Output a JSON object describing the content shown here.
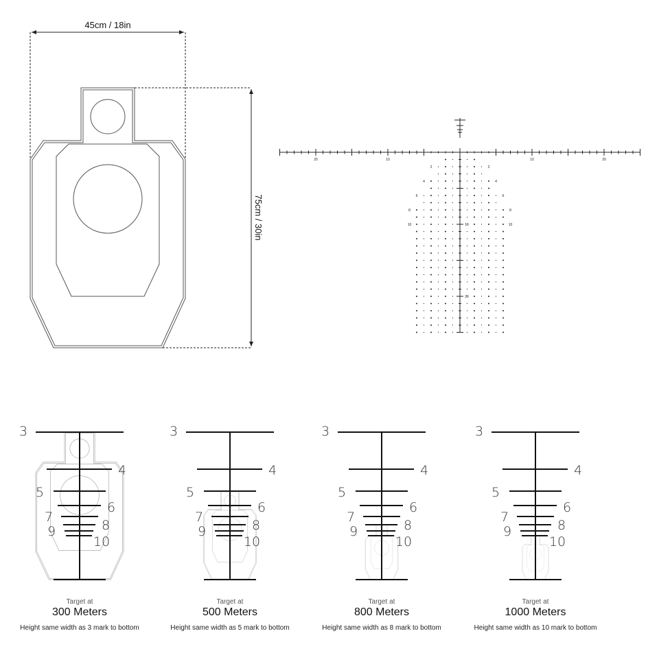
{
  "dimensions": {
    "width_label": "45cm / 18in",
    "height_label": "75cm / 30in"
  },
  "reticle": {
    "horizontal_labels": [
      "20",
      "10",
      "10",
      "20"
    ],
    "side_labels": [
      "2",
      "4",
      "6",
      "8",
      "10"
    ],
    "center_labels": [
      "10",
      "20"
    ]
  },
  "stadia_labels": [
    "3",
    "4",
    "5",
    "6",
    "7",
    "8",
    "9",
    "10"
  ],
  "panels": [
    {
      "distance_m": 300,
      "pre": "Target at",
      "title": "300 Meters",
      "note": "Height same width as 3 mark to bottom"
    },
    {
      "distance_m": 500,
      "pre": "Target at",
      "title": "500 Meters",
      "note": "Height same width as 5 mark to bottom"
    },
    {
      "distance_m": 800,
      "pre": "Target at",
      "title": "800 Meters",
      "note": "Height same width as 8 mark to bottom"
    },
    {
      "distance_m": 1000,
      "pre": "Target at",
      "title": "1000 Meters",
      "note": "Height same width as 10 mark to bottom"
    }
  ]
}
